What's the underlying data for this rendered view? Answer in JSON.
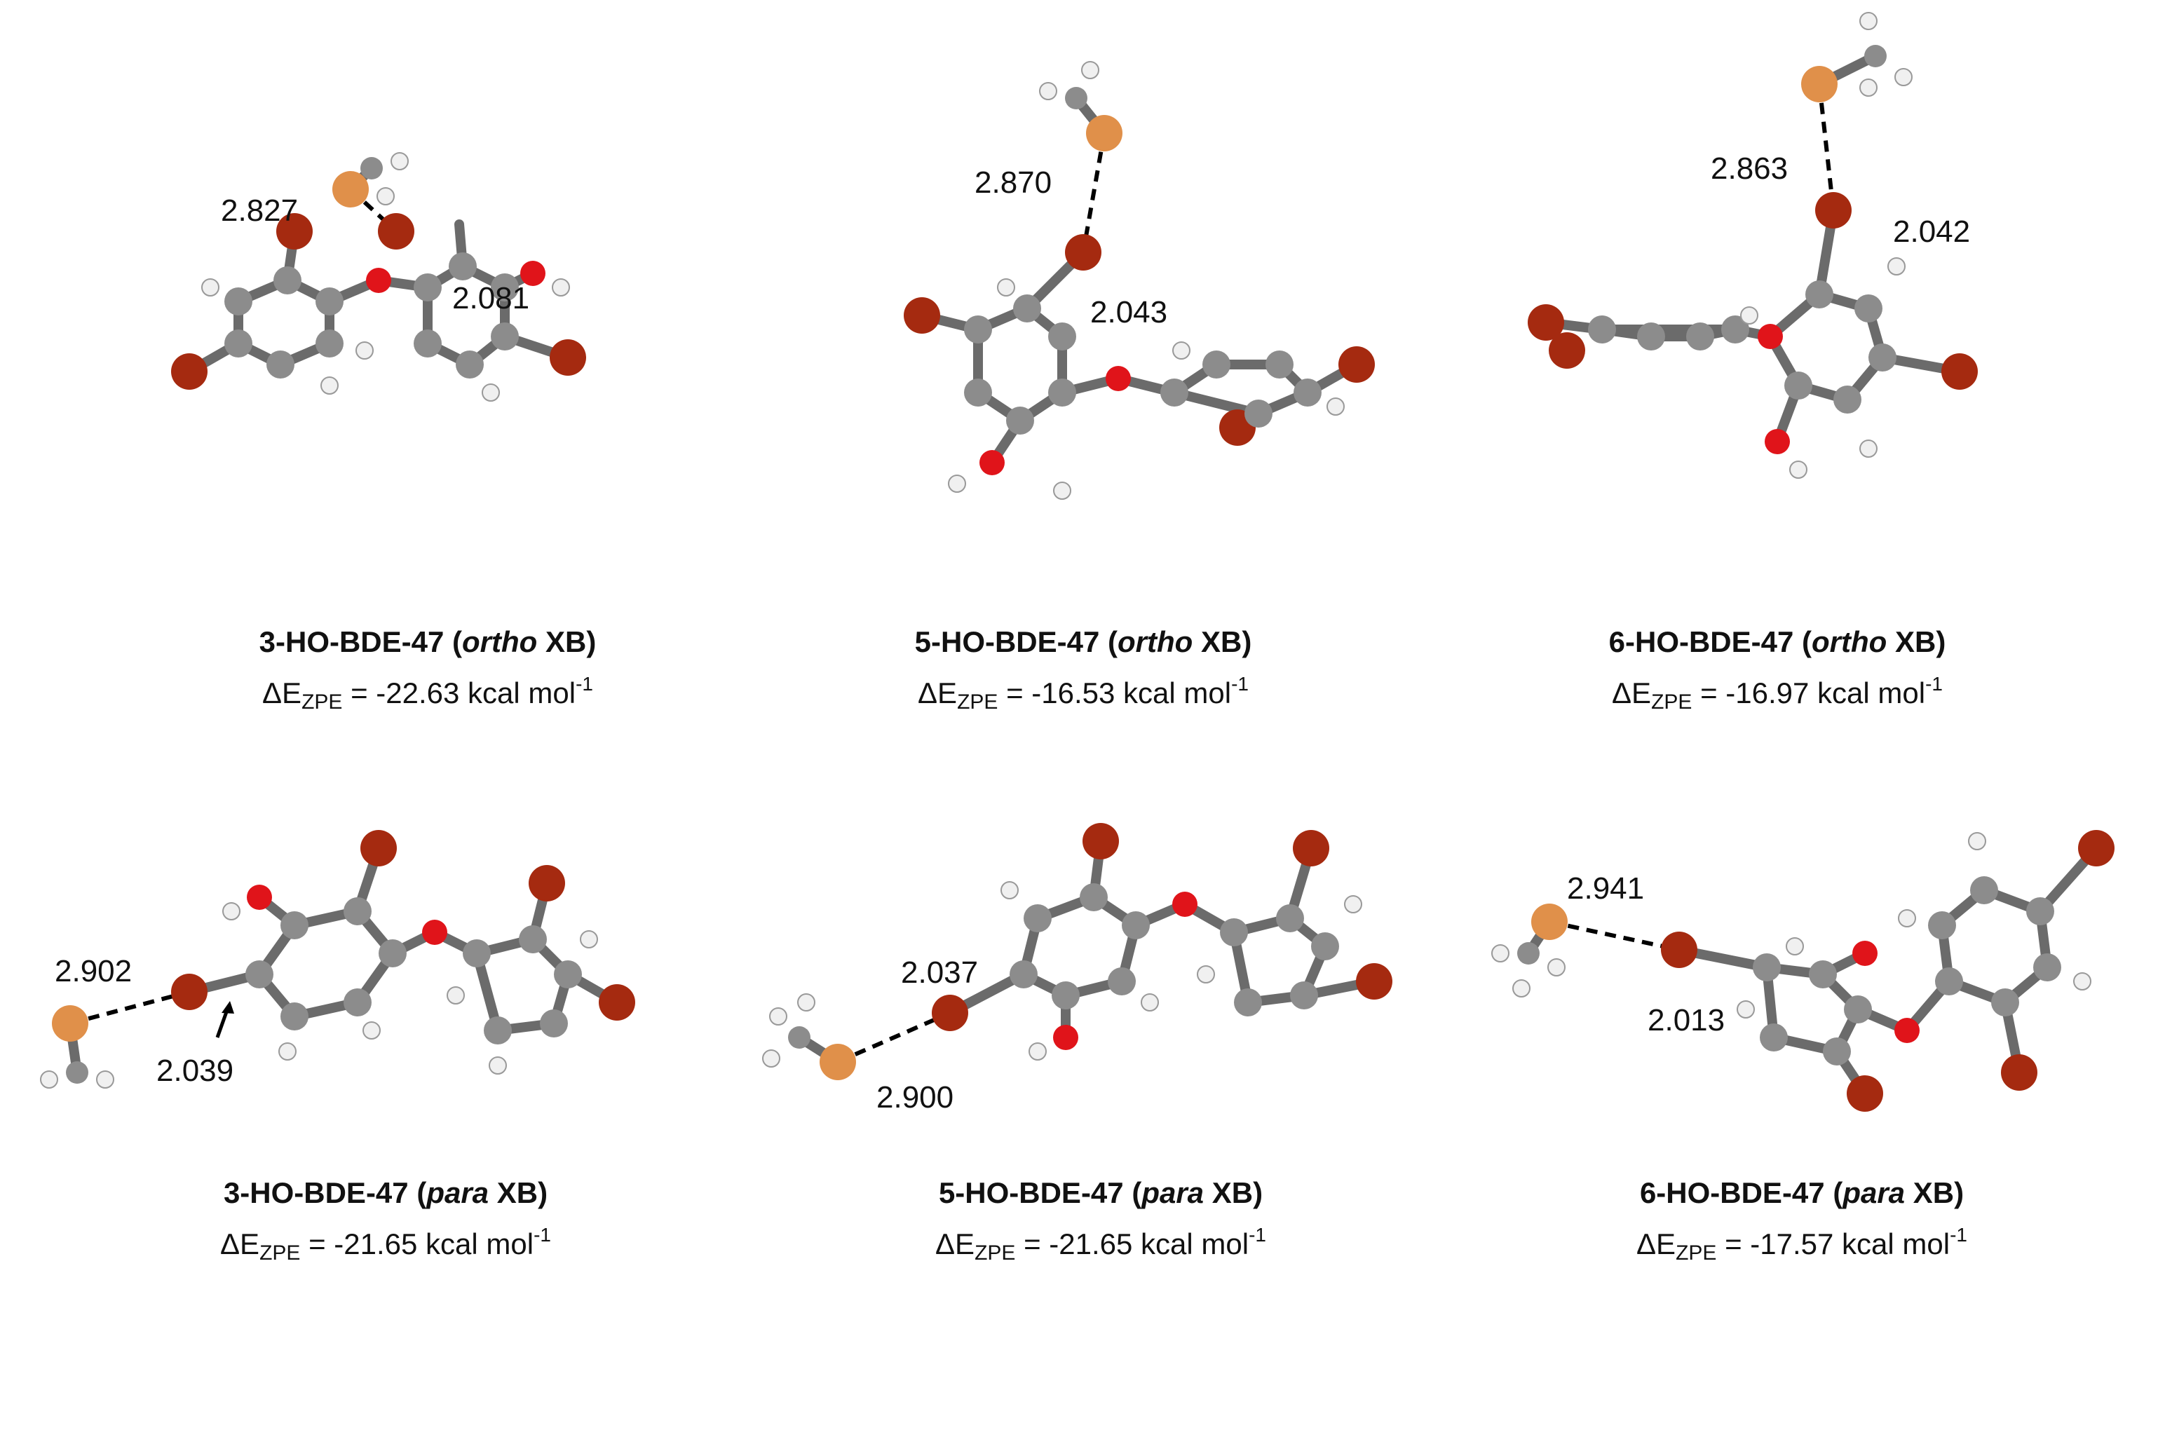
{
  "panels": [
    {
      "name": "3-HO-BDE-47",
      "xb": "ortho",
      "energy": "-22.63",
      "dist_xb": "2.827",
      "dist_cbr": "2.081"
    },
    {
      "name": "5-HO-BDE-47",
      "xb": "ortho",
      "energy": "-16.53",
      "dist_xb": "2.870",
      "dist_cbr": "2.043"
    },
    {
      "name": "6-HO-BDE-47",
      "xb": "ortho",
      "energy": "-16.97",
      "dist_xb": "2.863",
      "dist_cbr": "2.042"
    },
    {
      "name": "3-HO-BDE-47",
      "xb": "para",
      "energy": "-21.65",
      "dist_xb": "2.902",
      "dist_cbr": "2.039"
    },
    {
      "name": "5-HO-BDE-47",
      "xb": "para",
      "energy": "-21.65",
      "dist_xb": "2.900",
      "dist_cbr": "2.037"
    },
    {
      "name": "6-HO-BDE-47",
      "xb": "para",
      "energy": "-17.57",
      "dist_xb": "2.941",
      "dist_cbr": "2.013"
    }
  ],
  "labels": {
    "xb_suffix": "XB)",
    "open_paren": "(",
    "delta_e": "ΔE",
    "zpe_sub": "ZPE",
    "equals": " = ",
    "unit": " kcal mol",
    "unit_exp": "-1"
  },
  "atom_colors": {
    "bromine": "#a52a10",
    "oxygen": "#e0141a",
    "carbon": "#8c8c8c",
    "hydrogen": "#f0f0f0",
    "sulfur": "#e0904a"
  }
}
